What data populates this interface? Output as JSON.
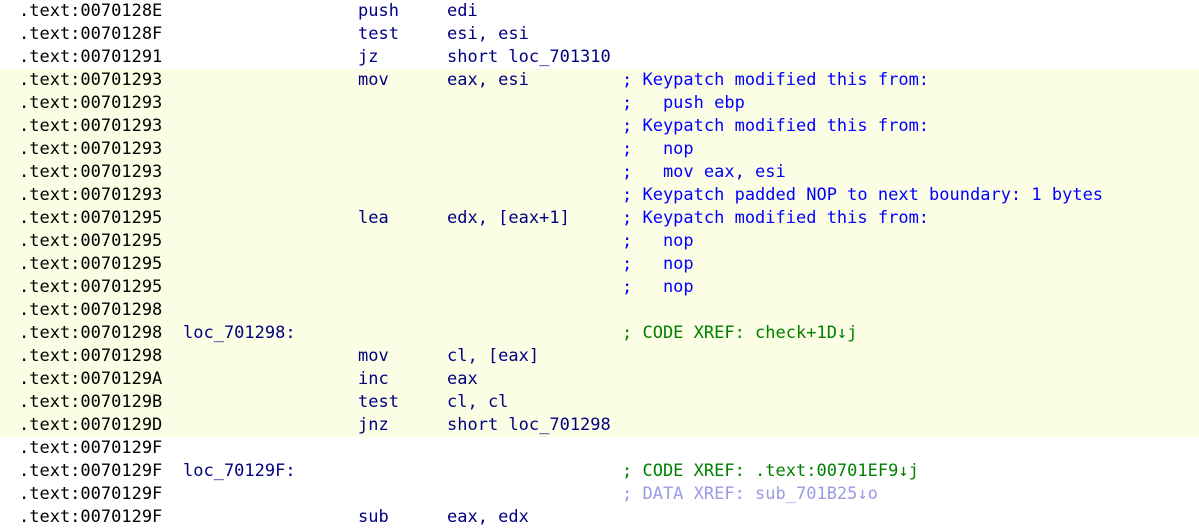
{
  "disassembly": {
    "rows": [
      {
        "addr": ".text:0070128E",
        "label": "",
        "mnem": "push",
        "ops": "edi",
        "comment": "",
        "kind": "",
        "hl": false
      },
      {
        "addr": ".text:0070128F",
        "label": "",
        "mnem": "test",
        "ops": "esi, esi",
        "comment": "",
        "kind": "",
        "hl": false
      },
      {
        "addr": ".text:00701291",
        "label": "",
        "mnem": "jz",
        "ops": "short loc_701310",
        "comment": "",
        "kind": "",
        "hl": false
      },
      {
        "addr": ".text:00701293",
        "label": "",
        "mnem": "mov",
        "ops": "eax, esi",
        "comment": "; Keypatch modified this from:",
        "kind": "cmt",
        "hl": true
      },
      {
        "addr": ".text:00701293",
        "label": "",
        "mnem": "",
        "ops": "",
        "comment": ";   push ebp",
        "kind": "cmt",
        "hl": true
      },
      {
        "addr": ".text:00701293",
        "label": "",
        "mnem": "",
        "ops": "",
        "comment": "; Keypatch modified this from:",
        "kind": "cmt",
        "hl": true
      },
      {
        "addr": ".text:00701293",
        "label": "",
        "mnem": "",
        "ops": "",
        "comment": ";   nop",
        "kind": "cmt",
        "hl": true
      },
      {
        "addr": ".text:00701293",
        "label": "",
        "mnem": "",
        "ops": "",
        "comment": ";   mov eax, esi",
        "kind": "cmt",
        "hl": true
      },
      {
        "addr": ".text:00701293",
        "label": "",
        "mnem": "",
        "ops": "",
        "comment": "; Keypatch padded NOP to next boundary: 1 bytes",
        "kind": "cmt",
        "hl": true
      },
      {
        "addr": ".text:00701295",
        "label": "",
        "mnem": "lea",
        "ops": "edx, [eax+1]",
        "comment": "; Keypatch modified this from:",
        "kind": "cmt",
        "hl": true
      },
      {
        "addr": ".text:00701295",
        "label": "",
        "mnem": "",
        "ops": "",
        "comment": ";   nop",
        "kind": "cmt",
        "hl": true
      },
      {
        "addr": ".text:00701295",
        "label": "",
        "mnem": "",
        "ops": "",
        "comment": ";   nop",
        "kind": "cmt",
        "hl": true
      },
      {
        "addr": ".text:00701295",
        "label": "",
        "mnem": "",
        "ops": "",
        "comment": ";   nop",
        "kind": "cmt",
        "hl": true
      },
      {
        "addr": ".text:00701298",
        "label": "",
        "mnem": "",
        "ops": "",
        "comment": "",
        "kind": "",
        "hl": true
      },
      {
        "addr": ".text:00701298",
        "label": "loc_701298:",
        "mnem": "",
        "ops": "",
        "comment": "; CODE XREF: check+1D↓j",
        "kind": "xref-code",
        "hl": true
      },
      {
        "addr": ".text:00701298",
        "label": "",
        "mnem": "mov",
        "ops": "cl, [eax]",
        "comment": "",
        "kind": "",
        "hl": true
      },
      {
        "addr": ".text:0070129A",
        "label": "",
        "mnem": "inc",
        "ops": "eax",
        "comment": "",
        "kind": "",
        "hl": true
      },
      {
        "addr": ".text:0070129B",
        "label": "",
        "mnem": "test",
        "ops": "cl, cl",
        "comment": "",
        "kind": "",
        "hl": true
      },
      {
        "addr": ".text:0070129D",
        "label": "",
        "mnem": "jnz",
        "ops": "short loc_701298",
        "comment": "",
        "kind": "",
        "hl": true
      },
      {
        "addr": ".text:0070129F",
        "label": "",
        "mnem": "",
        "ops": "",
        "comment": "",
        "kind": "",
        "hl": false
      },
      {
        "addr": ".text:0070129F",
        "label": "loc_70129F:",
        "mnem": "",
        "ops": "",
        "comment": "; CODE XREF: .text:00701EF9↓j",
        "kind": "xref-code",
        "hl": false
      },
      {
        "addr": ".text:0070129F",
        "label": "",
        "mnem": "",
        "ops": "",
        "comment": "; DATA XREF: sub_701B25↓o",
        "kind": "xref-data",
        "hl": false
      },
      {
        "addr": ".text:0070129F",
        "label": "",
        "mnem": "sub",
        "ops": "eax, edx",
        "comment": "",
        "kind": "",
        "hl": false
      }
    ]
  },
  "colors": {
    "address": "#000000",
    "code": "#000080",
    "comment": "#0000ff",
    "code_xref": "#008000",
    "data_xref": "#9a9ae6",
    "highlight_background": "#fbfde4"
  }
}
